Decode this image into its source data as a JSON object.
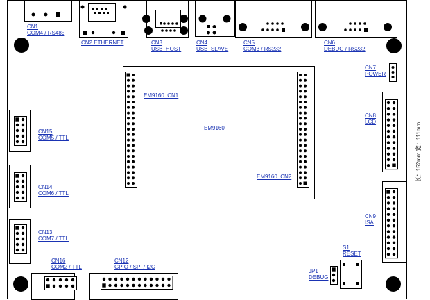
{
  "labels": {
    "cn1": {
      "ref": "CN1",
      "desc": "COM4 / RS485"
    },
    "cn2": {
      "ref": "CN2 ETHERNET"
    },
    "cn3": {
      "ref": "CN3",
      "desc": "USB_HOST"
    },
    "cn4": {
      "ref": "CN4",
      "desc": "USB_SLAVE"
    },
    "cn5": {
      "ref": "CN5",
      "desc": "COM3 / RS232"
    },
    "cn6": {
      "ref": "CN6",
      "desc": "DEBUG / RS232"
    },
    "cn7": {
      "ref": "CN7",
      "desc": "POWER"
    },
    "cn8": {
      "ref": "CN8",
      "desc": "LCD"
    },
    "cn9": {
      "ref": "CN9",
      "desc": "ISA"
    },
    "cn12": {
      "ref": "CN12",
      "desc": "GPIO / SPI / I2C"
    },
    "cn13": {
      "ref": "CN13",
      "desc": "COM7 / TTL"
    },
    "cn14": {
      "ref": "CN14",
      "desc": "COM6 / TTL"
    },
    "cn15": {
      "ref": "CN15",
      "desc": "COM5 / TTL"
    },
    "cn16": {
      "ref": "CN16",
      "desc": "COM2 / TTL"
    },
    "s1": {
      "ref": "S1",
      "desc": "RESET"
    },
    "jp1": {
      "ref": "JP1",
      "desc": "DEBUG"
    },
    "em9160": "EM9160",
    "em9160_cn1": "EM9160_CN1",
    "em9160_cn2": "EM9160_CN2"
  },
  "dimension_note": "长：152mm  宽：111mm"
}
